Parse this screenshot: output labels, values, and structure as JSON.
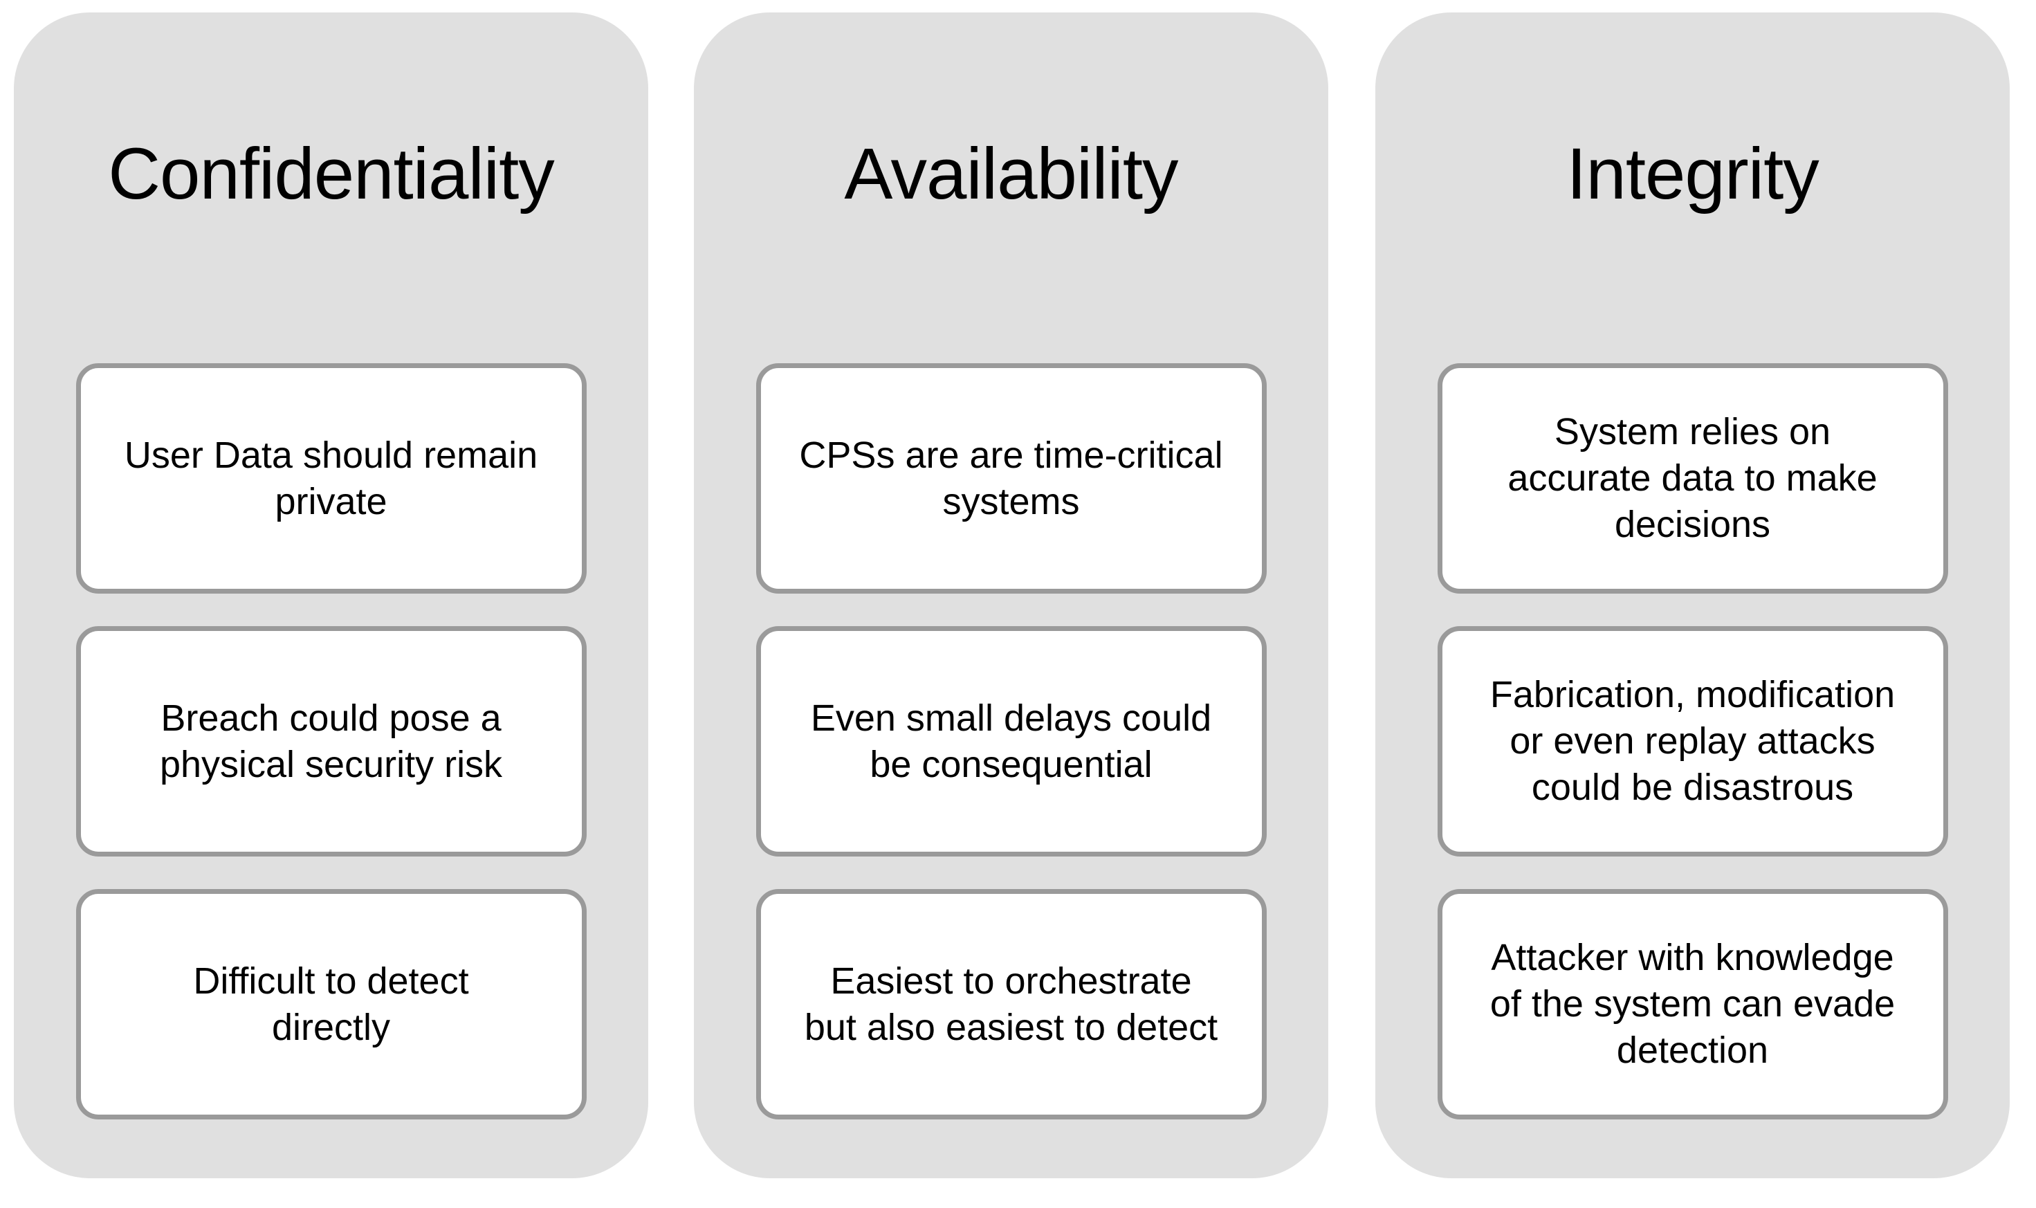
{
  "diagram": {
    "type": "three-pillar security properties diagram",
    "colors": {
      "page_bg": "#ffffff",
      "column_bg": "#e0e0e0",
      "card_bg": "#ffffff",
      "card_border": "#9a9a9a",
      "text": "#000000"
    }
  },
  "columns": [
    {
      "title": "Confidentiality",
      "cards": [
        "User Data should remain\nprivate",
        "Breach could pose a\nphysical security risk",
        "Difficult to detect\ndirectly"
      ]
    },
    {
      "title": "Availability",
      "cards": [
        "CPSs are are time-critical\nsystems",
        "Even small delays could\nbe consequential",
        "Easiest to orchestrate\nbut also easiest to detect"
      ]
    },
    {
      "title": "Integrity",
      "cards": [
        "System relies on\naccurate data to make\ndecisions",
        "Fabrication, modification\nor even replay attacks\ncould be disastrous",
        "Attacker with knowledge\nof the system can evade\ndetection"
      ]
    }
  ]
}
